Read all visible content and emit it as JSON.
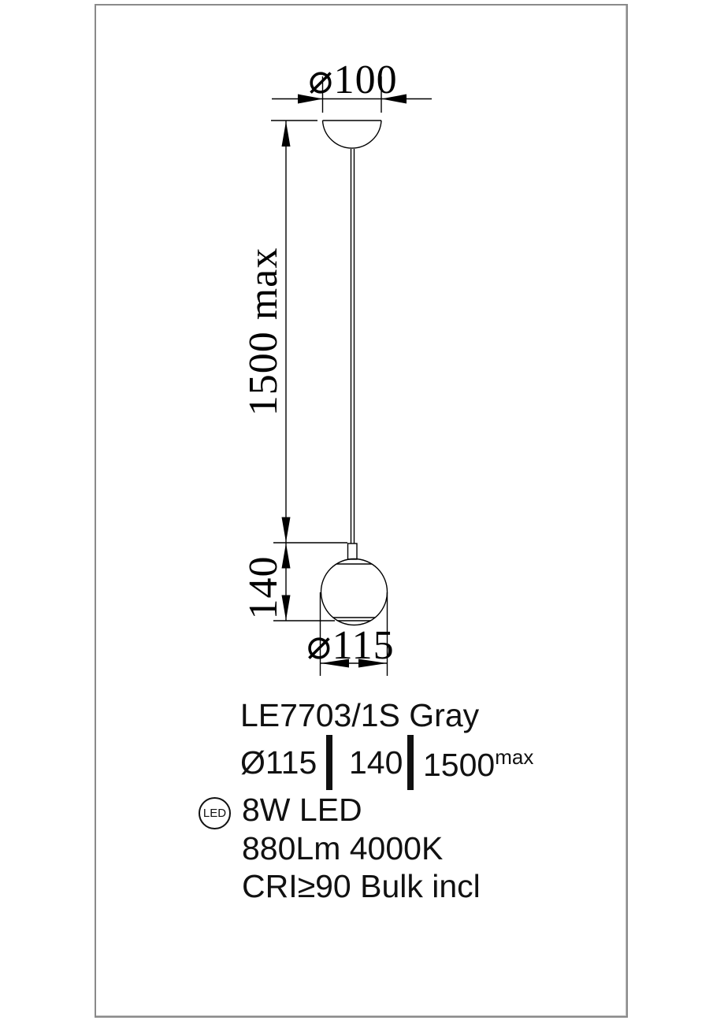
{
  "colors": {
    "line": "#000000",
    "text": "#111111",
    "frame_border": "#8a8a8a",
    "background": "#ffffff"
  },
  "drawing": {
    "canopy_diameter_label": "⌀100",
    "suspension_length_label": "1500 max",
    "shade_height_label": "140",
    "shade_diameter_label": "⌀115"
  },
  "product": {
    "model": "LE7703/1S Gray",
    "specs": {
      "diameter": "Ø115",
      "height": "140",
      "length": "1500",
      "length_suffix": "max"
    },
    "led_badge": "LED",
    "wattage": "8W LED",
    "output": "880Lm 4000K",
    "cri": "CRI≥90 Bulk incl"
  }
}
